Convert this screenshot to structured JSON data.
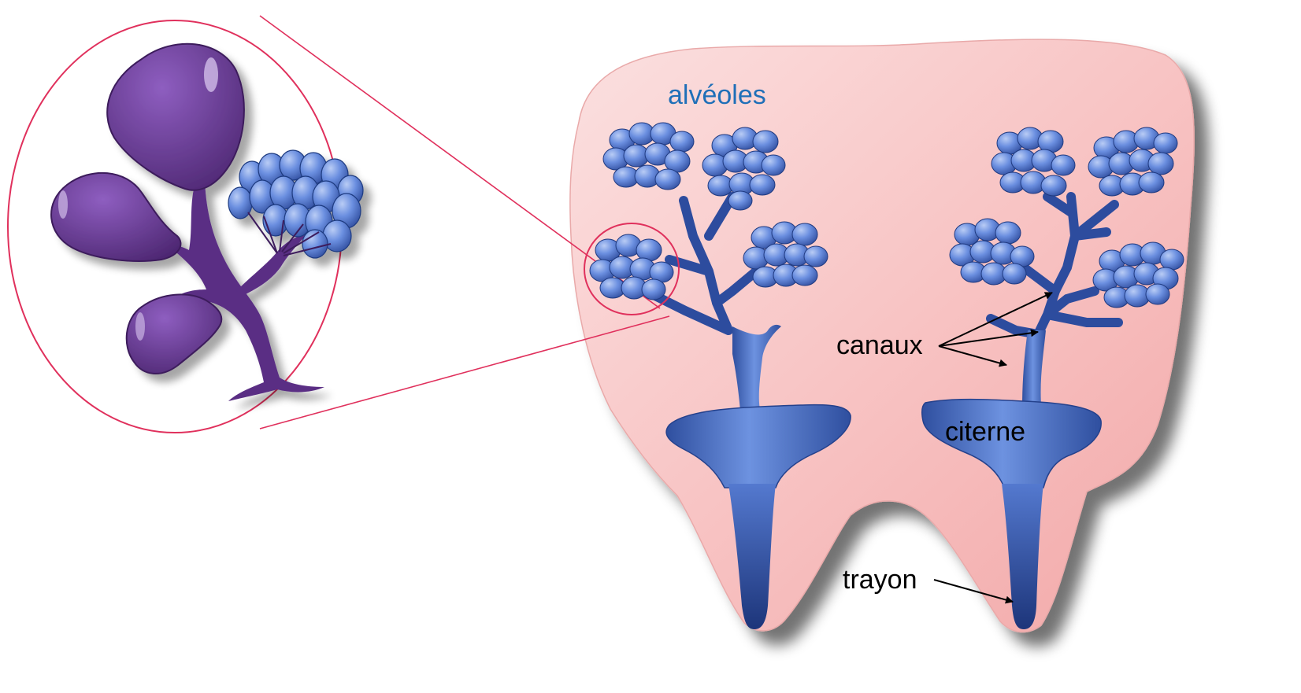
{
  "labels": {
    "alveoles": "alvéoles",
    "canaux": "canaux",
    "citerne": "citerne",
    "trayon": "trayon"
  },
  "colors": {
    "udder": "#f6b9b9",
    "duct_blue": "#4f74c8",
    "duct_dark": "#2a4a9a",
    "alveole_blue": "#6a8ee0",
    "lobe_purple": "#6a3b96",
    "callout_line": "#e0305c",
    "label_blue": "#1f6fb8",
    "label_black": "#000000"
  }
}
